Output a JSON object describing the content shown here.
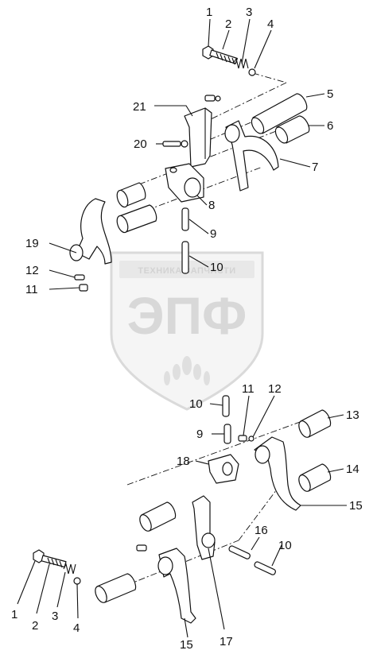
{
  "watermark": {
    "company_line": "ТЕХНИКА ЗАПЧАСТИ",
    "logo_letters": "ЭПФ"
  },
  "callouts": {
    "c1_top": "1",
    "c2_top": "2",
    "c3_top": "3",
    "c4_top": "4",
    "c5": "5",
    "c6": "6",
    "c7": "7",
    "c8": "8",
    "c9_top": "9",
    "c10_top": "10",
    "c11_top": "11",
    "c12_top": "12",
    "c19": "19",
    "c20": "20",
    "c21": "21",
    "c10_mid": "10",
    "c9_mid": "9",
    "c11_mid": "11",
    "c12_mid": "12",
    "c13": "13",
    "c14": "14",
    "c15_right": "15",
    "c18": "18",
    "c16": "16",
    "c10_low": "10",
    "c17": "17",
    "c1_bot": "1",
    "c2_bot": "2",
    "c3_bot": "3",
    "c4_bot": "4",
    "c15_bot": "15"
  }
}
